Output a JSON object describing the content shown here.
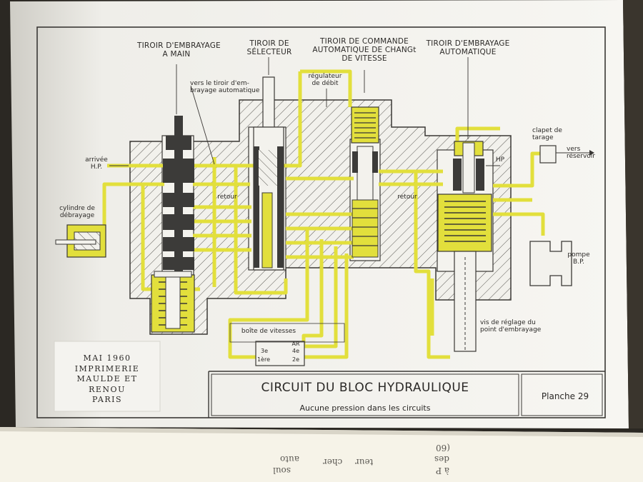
{
  "diagram": {
    "title": "CIRCUIT DU BLOC HYDRAULIQUE",
    "subtitle": "Aucune pression dans les circuits",
    "plate": "Planche 29",
    "headers": {
      "manual_clutch": [
        "TIROIR D'EMBRAYAGE",
        "A MAIN"
      ],
      "selector": [
        "TIROIR DE",
        "SÉLECTEUR"
      ],
      "auto_command": [
        "TIROIR DE COMMANDE",
        "AUTOMATIQUE DE CHANGt",
        "DE VITESSE"
      ],
      "auto_clutch": [
        "TIROIR D'EMBRAYAGE",
        "AUTOMATIQUE"
      ]
    },
    "labels": {
      "to_auto_clutch": [
        "vers le tiroir d'em-",
        "brayage automatique"
      ],
      "flow_regulator": [
        "régulateur",
        "de débit"
      ],
      "inlet_hp": [
        "arrivée",
        "H.P."
      ],
      "clutch_cylinder": [
        "cylindre de",
        "débrayage"
      ],
      "return_left": "retour",
      "return_right": "retour",
      "hp": "HP",
      "calibration_valve": [
        "clapet de",
        "tarage"
      ],
      "to_reservoir": [
        "vers",
        "réservoir"
      ],
      "pump": [
        "pompe",
        "B.P."
      ],
      "adjust_screw": [
        "vis de réglage du",
        "point d'embrayage"
      ],
      "gearbox": "boîte de vitesses",
      "gear_3": "3e",
      "gear_1": "1ère",
      "gear_ar": "AR",
      "gear_4": "4e",
      "gear_2": "2e"
    }
  },
  "imprint": {
    "lines": [
      "MAI 1960",
      "IMPRIMERIE",
      "MAULDE ET RENOU",
      "PARIS"
    ]
  },
  "next_page_bleed": [
    "soul",
    "auto",
    "cher",
    "teur",
    "(60",
    "des",
    "à P"
  ],
  "colors": {
    "fluid": "#e2df3c",
    "paper": "#f5f4ef",
    "ink": "#2c2a28"
  }
}
